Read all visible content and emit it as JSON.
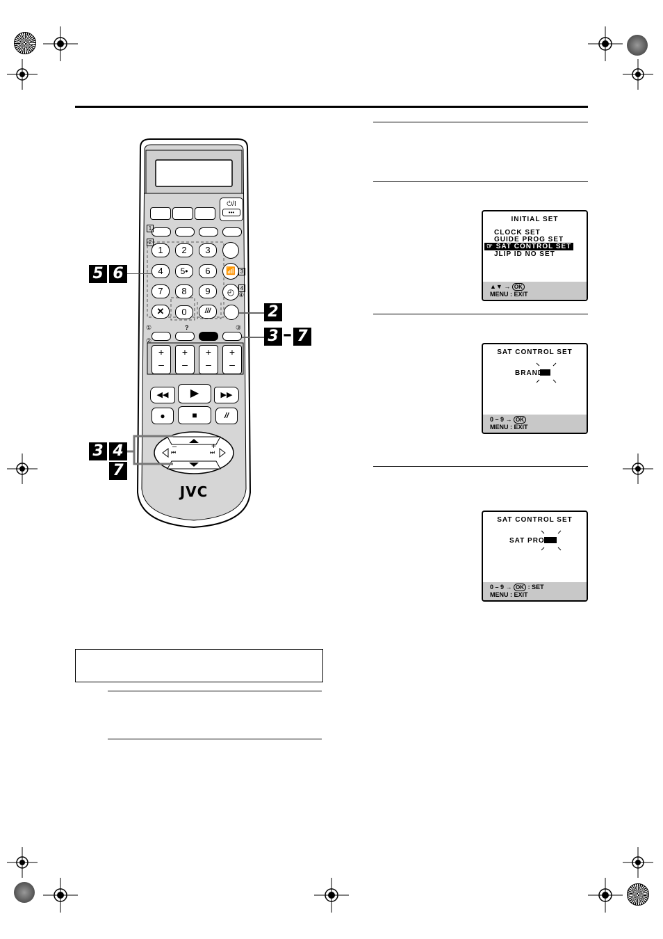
{
  "remote": {
    "brand": "JVC",
    "num_keys": [
      "1",
      "2",
      "3",
      "4",
      "5",
      "6",
      "7",
      "8",
      "9",
      "0"
    ],
    "power_label": "⏻/I",
    "dots_label": "•••",
    "cancel_symbol": "✕",
    "hash_label": "///",
    "plus": "+",
    "minus": "–",
    "pm_minus": "–",
    "pm_plus": "+",
    "skip_back": "⏮",
    "skip_fwd": "⏭",
    "side_labels": {
      "s1": "1",
      "s2": "2",
      "s3": "3",
      "s4": "4",
      "s4b": "④",
      "s5": "①",
      "s6": "②",
      "s7": "③",
      "star": "5•",
      "q": "?"
    }
  },
  "steps": {
    "b56": [
      "5",
      "6"
    ],
    "b2": "2",
    "b37": [
      "3",
      "7"
    ],
    "b37_dash": "–",
    "b34": [
      "3",
      "4"
    ],
    "b7": "7"
  },
  "screen1": {
    "title": "INITIAL SET",
    "items": [
      "CLOCK SET",
      "GUIDE PROG SET",
      "SAT CONTROL SET",
      "JLIP ID NO SET"
    ],
    "selected_index": 2,
    "cursor": "☞",
    "foot1": "▲▼ →",
    "foot_ok": "OK",
    "foot2": "MENU : EXIT"
  },
  "screen2": {
    "title": "SAT CONTROL SET",
    "label": "BRAND",
    "foot1": "0 – 9 →",
    "foot_ok": "OK",
    "foot2": "MENU : EXIT"
  },
  "screen3": {
    "title": "SAT CONTROL SET",
    "label": "SAT PROG",
    "foot1": "0 – 9 →",
    "foot_ok": "OK",
    "foot1b": ": SET",
    "foot2": "MENU : EXIT"
  }
}
